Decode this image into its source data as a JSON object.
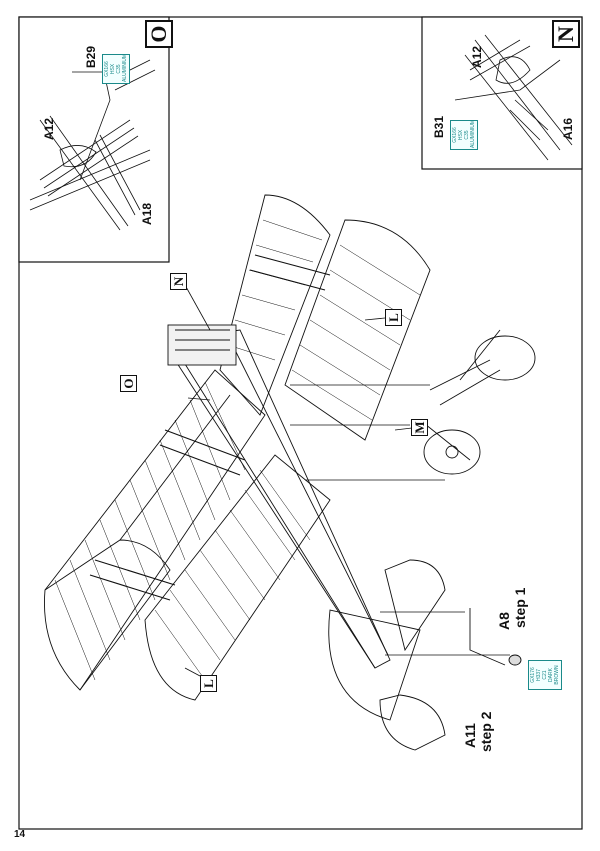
{
  "page_number": "14",
  "inset_o": {
    "letter": "O",
    "parts": {
      "b29": "B29",
      "a12": "A12",
      "a18": "A18"
    },
    "paint": [
      "GX166",
      "HSX",
      "C35",
      "ALUMINIUM"
    ]
  },
  "inset_n": {
    "letter": "N",
    "parts": {
      "a12": "A12",
      "a16": "A16",
      "b31": "B31"
    },
    "paint": [
      "GX166",
      "HSX",
      "C35",
      "ALUMINIUM"
    ]
  },
  "main": {
    "callouts": {
      "n": "N",
      "o": "O",
      "m": "M",
      "l_top": "L",
      "l_bottom": "L"
    },
    "step1": {
      "label": "step 1",
      "part": "A8"
    },
    "step2": {
      "label": "step 2",
      "part": "A11"
    },
    "paint": [
      "GX176",
      "H337",
      "C21",
      "DARK BROWN"
    ]
  },
  "colors": {
    "line": "#111111",
    "paint_box": "#1a8a8a"
  }
}
